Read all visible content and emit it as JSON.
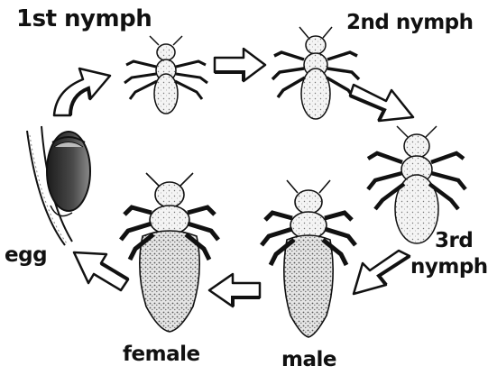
{
  "figure": {
    "labels": {
      "first_nymph": "1st nymph",
      "second_nymph": "2nd nymph",
      "third_nymph_line1": "3rd",
      "third_nymph_line2": "nymph",
      "egg": "egg",
      "female": "female",
      "male": "male"
    },
    "colors": {
      "ink": "#111111",
      "body_fill": "#f2f2f2",
      "egg_fill": "#3a3a3a",
      "arrow_fill": "#ffffff"
    },
    "icons": [
      "egg-on-hair-icon",
      "louse-nymph-icon",
      "louse-adult-icon",
      "cycle-arrow-icon"
    ]
  }
}
